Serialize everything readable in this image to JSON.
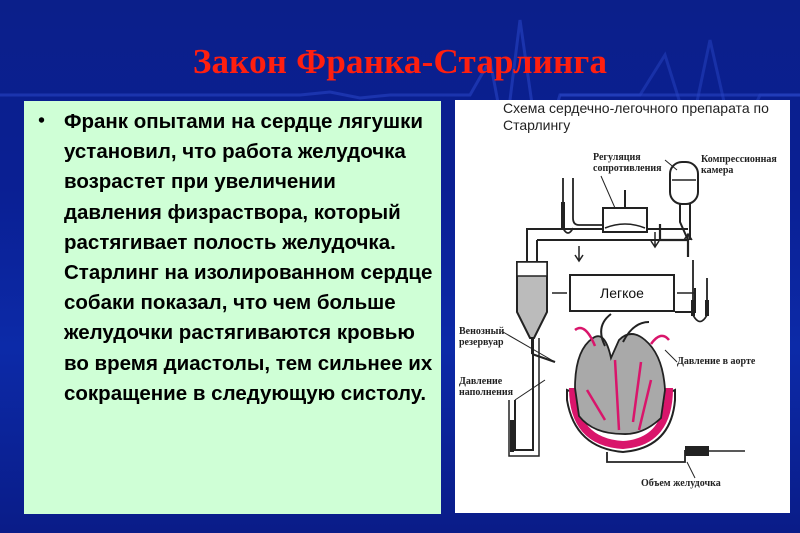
{
  "slide": {
    "title": "Закон Франка-Старлинга",
    "bullet": "Франк опытами на сердце лягушки установил, что работа желудочка возрастет при увеличении давления физраствора, который растягивает полость желудочка. Старлинг на изолированном сердце собаки показал, что чем больше желудочки растягиваются кровью во время диастолы, тем сильнее их сокращение в следующую систолу."
  },
  "figure": {
    "caption": "Схема сердечно-легочного препарата по Старлингу",
    "labels": {
      "regulation": "Регуляция сопротивления",
      "compression": "Компрессионная камера",
      "lung": "Легкое",
      "venous": "Венозный резервуар",
      "aorta_pressure": "Давление в аорте",
      "filling_pressure": "Давление наполнения",
      "ventricle_volume": "Объем желудочка"
    }
  },
  "colors": {
    "background": "#0b1f8a",
    "title": "#ff1f0f",
    "text_panel": "#cfffd6",
    "heart_fill": "#a9a9a9",
    "heart_wall": "#d9156b"
  }
}
